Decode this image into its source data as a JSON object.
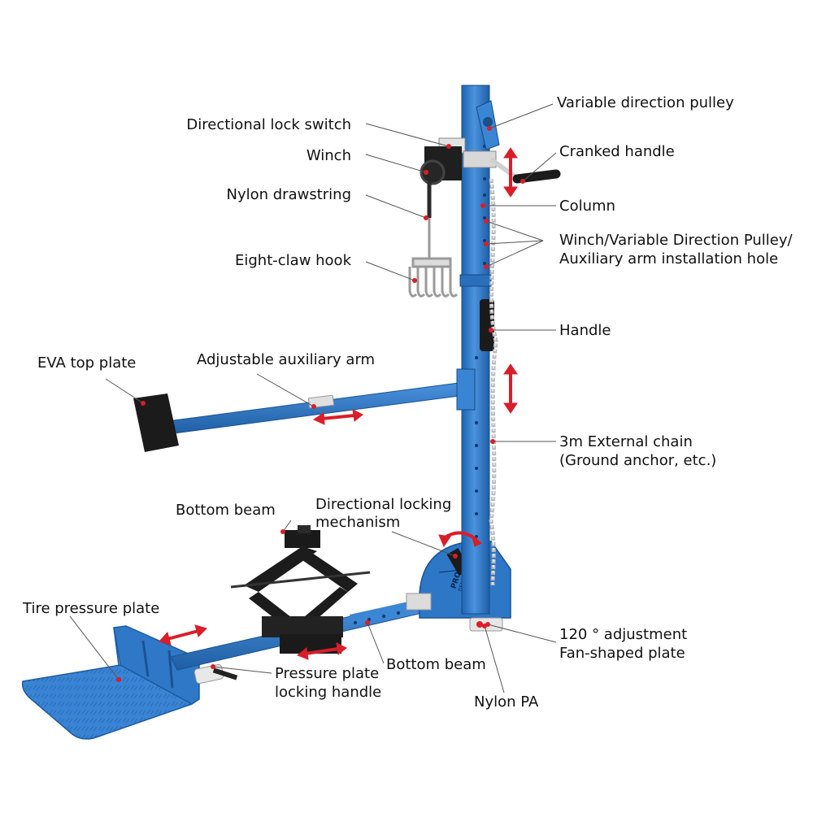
{
  "labels": {
    "variable_direction_pulley": "Variable direction pulley",
    "directional_lock_switch": "Directional lock switch",
    "winch": "Winch",
    "cranked_handle": "Cranked handle",
    "nylon_drawstring": "Nylon drawstring",
    "column": "Column",
    "installation_hole_line1": "Winch/Variable Direction Pulley/",
    "installation_hole_line2": "Auxiliary arm installation hole",
    "eight_claw_hook": "Eight-claw hook",
    "handle": "Handle",
    "eva_top_plate": "EVA top plate",
    "adjustable_auxiliary_arm": "Adjustable auxiliary arm",
    "external_chain_line1": "3m External chain",
    "external_chain_line2": "(Ground anchor, etc.)",
    "bottom_beam_top": "Bottom beam",
    "directional_locking_line1": "Directional locking",
    "directional_locking_line2": "mechanism",
    "tire_pressure_plate": "Tire pressure plate",
    "adjustment_line1": "120 ° adjustment",
    "adjustment_line2": "Fan-shaped plate",
    "pressure_plate_line1": "Pressure plate",
    "pressure_plate_line2": "locking handle",
    "bottom_beam_bottom": "Bottom beam",
    "nylon_pa": "Nylon PA"
  },
  "product_marking": {
    "brand": "PROFESSIONAL",
    "subtitle": "DENT PULLING MACHINE"
  },
  "colors": {
    "frame_blue": "#2e79c9",
    "frame_dark": "#1f5ea3",
    "arrow_red": "#d91e2a",
    "leader_gray": "#555555",
    "pad_black": "#1b1b1b"
  }
}
